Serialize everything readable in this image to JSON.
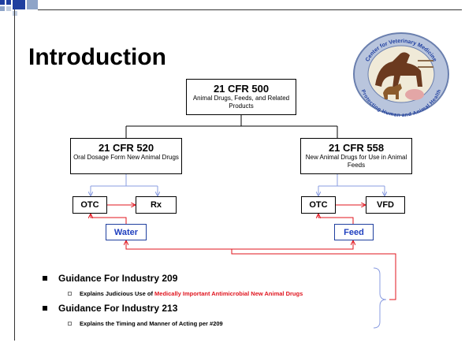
{
  "title": "Introduction",
  "colors": {
    "red": "#e0141e",
    "blue": "#1f3fbf",
    "box_border": "#000000"
  },
  "top_box": {
    "head": "21 CFR 500",
    "sub": "Animal Drugs, Feeds, and Related Products"
  },
  "left_box": {
    "head": "21 CFR 520",
    "sub": "Oral Dosage Form New Animal Drugs"
  },
  "right_box": {
    "head": "21 CFR 558",
    "sub": "New Animal Drugs for Use in Animal Feeds"
  },
  "left_small": {
    "otc": "OTC",
    "rx": "Rx",
    "water": "Water"
  },
  "right_small": {
    "otc": "OTC",
    "vfd": "VFD",
    "feed": "Feed"
  },
  "bullets": [
    {
      "title": "Guidance For Industry 209",
      "sub_prefix": "Explains Judicious Use of ",
      "sub_highlight": "Medically Important Antimicrobial New Animal Drugs"
    },
    {
      "title": "Guidance For Industry 213",
      "sub_prefix": "Explains the Timing and Manner of Acting per #209",
      "sub_highlight": ""
    }
  ],
  "logo": {
    "icon": "center-for-veterinary-medicine-seal-icon",
    "text_top": "Center for Veterinary Medicine",
    "text_bottom": "Protecting Human and Animal Health"
  }
}
